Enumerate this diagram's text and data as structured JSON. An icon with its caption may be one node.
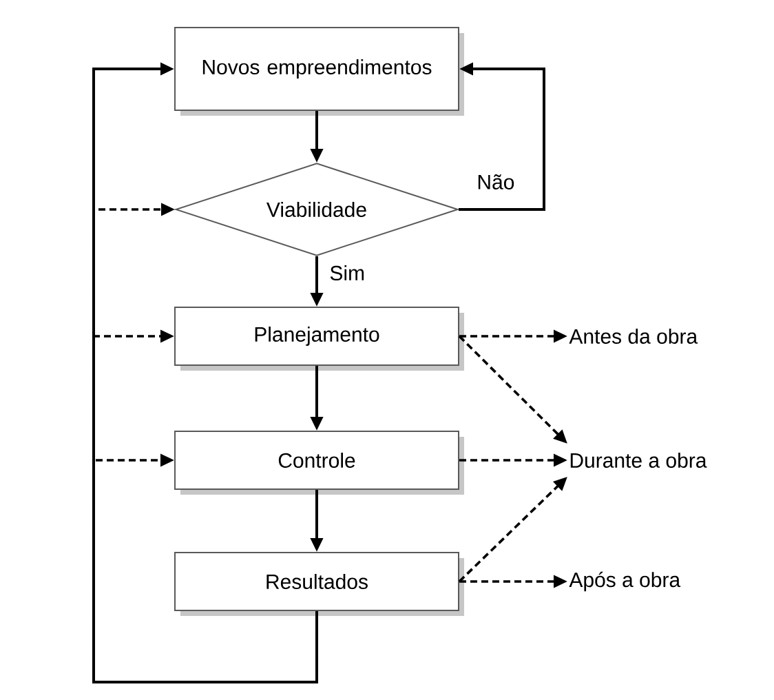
{
  "diagram": {
    "nodes": [
      {
        "text": [
          "Novos empreendimentos"
        ]
      },
      {
        "text": [
          "Viabilidade"
        ]
      },
      {
        "text": [
          "Planejamento"
        ]
      },
      {
        "text": [
          "Controle"
        ]
      },
      {
        "text": [
          "Resultados"
        ]
      },
      {
        "text": [
          "Antes da obra"
        ]
      },
      {
        "text": [
          "Durante a obra"
        ]
      },
      {
        "text": [
          "Após a obra"
        ]
      }
    ],
    "edges": [
      {
        "from": 0,
        "to": 1,
        "arrow": "to"
      },
      {
        "from": 1,
        "to": 2,
        "arrow": "to",
        "label": "Sim"
      },
      {
        "from": 1,
        "to": 0,
        "arrow": "to",
        "label": "Não"
      },
      {
        "from": 2,
        "to": 3,
        "arrow": "to"
      },
      {
        "from": 3,
        "to": 4,
        "arrow": "to"
      },
      {
        "from": 4,
        "to": 0,
        "arrow": "to"
      },
      {
        "from": 4,
        "to": 1,
        "arrow": "to",
        "style": "dashed"
      },
      {
        "from": 4,
        "to": 2,
        "arrow": "to",
        "style": "dashed"
      },
      {
        "from": 4,
        "to": 3,
        "arrow": "to",
        "style": "dashed"
      },
      {
        "from": 2,
        "to": 5,
        "arrow": "to",
        "style": "dashed"
      },
      {
        "from": 2,
        "to": 6,
        "arrow": "to",
        "style": "dashed"
      },
      {
        "from": 3,
        "to": 6,
        "arrow": "to",
        "style": "dashed"
      },
      {
        "from": 4,
        "to": 6,
        "arrow": "to",
        "style": "dashed"
      },
      {
        "from": 4,
        "to": 7,
        "arrow": "to",
        "style": "dashed"
      }
    ]
  }
}
